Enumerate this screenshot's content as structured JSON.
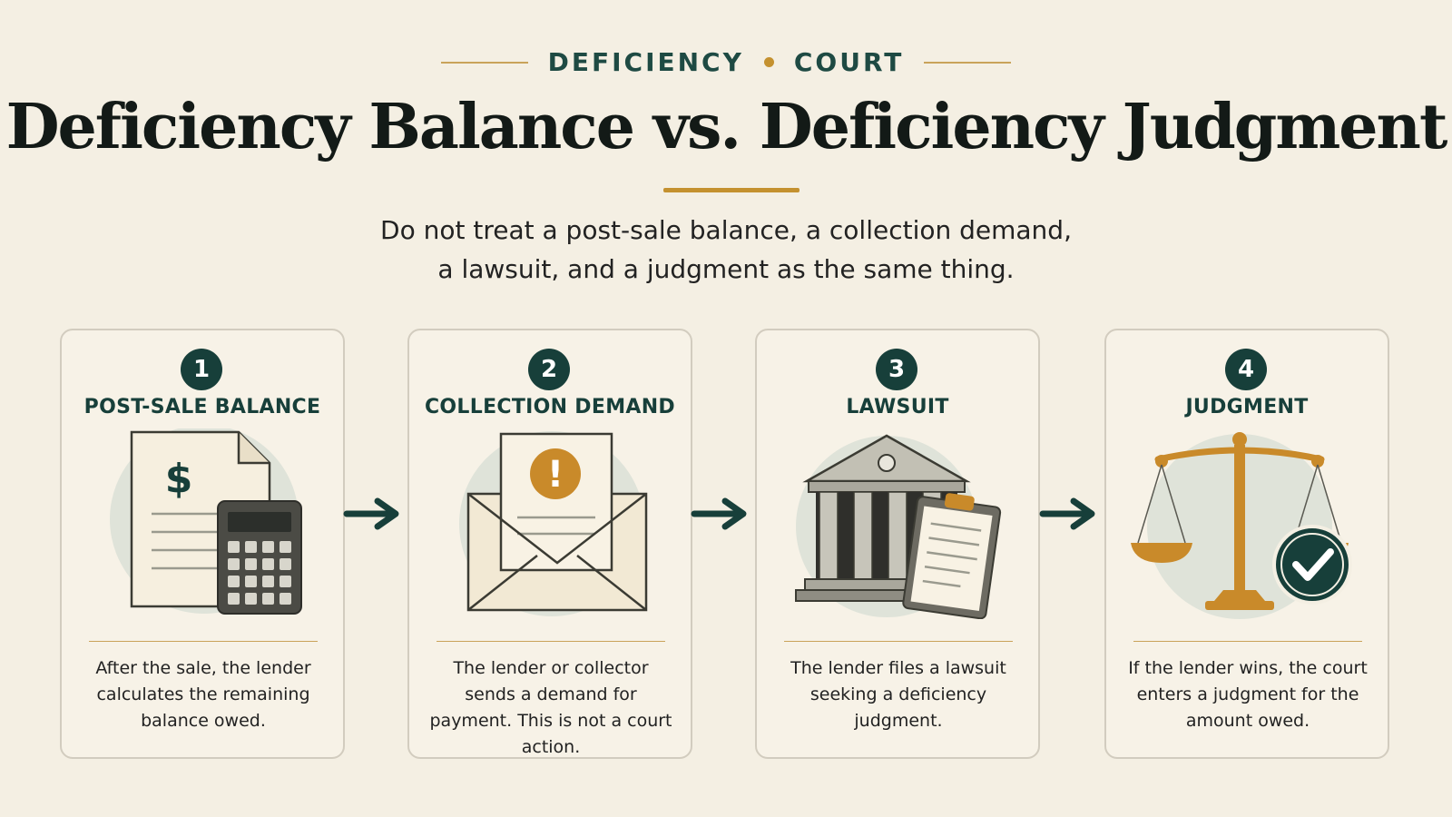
{
  "header": {
    "eyebrow_left": "DEFICIENCY",
    "eyebrow_right": "COURT",
    "title": "Deficiency Balance vs. Deficiency Judgment",
    "subtitle_line1": "Do not treat a post-sale balance, a collection demand,",
    "subtitle_line2": "a lawsuit, and a judgment as the same thing."
  },
  "steps": [
    {
      "number": "1",
      "title": "POST-SALE BALANCE",
      "desc": "After the sale, the lender calculates the remaining balance owed.",
      "icon": "document-calculator-icon",
      "symbol": "$"
    },
    {
      "number": "2",
      "title": "COLLECTION DEMAND",
      "desc": "The lender or collector sends a demand for payment. This is not a court action.",
      "icon": "envelope-alert-icon",
      "symbol": "!"
    },
    {
      "number": "3",
      "title": "LAWSUIT",
      "desc": "The lender files a lawsuit seeking a deficiency judgment.",
      "icon": "courthouse-clipboard-icon"
    },
    {
      "number": "4",
      "title": "JUDGMENT",
      "desc": "If the lender wins, the court enters a judgment for the amount owed.",
      "icon": "scales-check-icon"
    }
  ],
  "colors": {
    "background": "#f4efe3",
    "teal": "#173f3a",
    "gold": "#c4912f",
    "card_border": "#d2ccbf"
  }
}
